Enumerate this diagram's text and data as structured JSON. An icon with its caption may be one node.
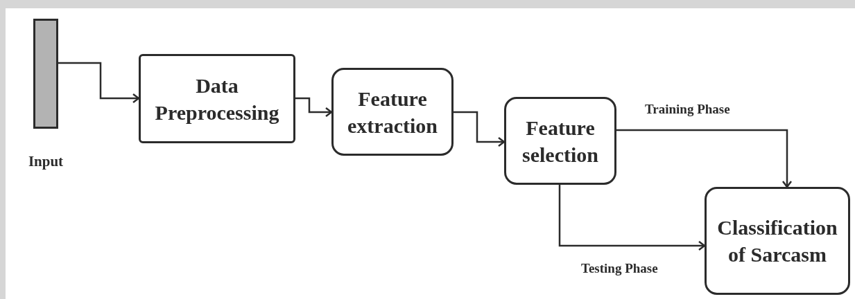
{
  "diagram": {
    "nodes": [
      {
        "text": [
          "Input"
        ]
      },
      {
        "text": [
          "Data Preprocessing"
        ]
      },
      {
        "text": [
          "Feature extraction"
        ]
      },
      {
        "text": [
          "Feature selection"
        ]
      },
      {
        "text": [
          "Classification of Sarcasm"
        ]
      }
    ],
    "edges": [
      {
        "from": 0,
        "to": 1,
        "arrow": "to"
      },
      {
        "from": 1,
        "to": 2,
        "arrow": "to"
      },
      {
        "from": 2,
        "to": 3,
        "arrow": "to"
      },
      {
        "from": 3,
        "to": 4,
        "arrow": "to",
        "label": "Training Phase"
      },
      {
        "from": 3,
        "to": 4,
        "arrow": "to",
        "label": "Testing Phase"
      }
    ]
  }
}
